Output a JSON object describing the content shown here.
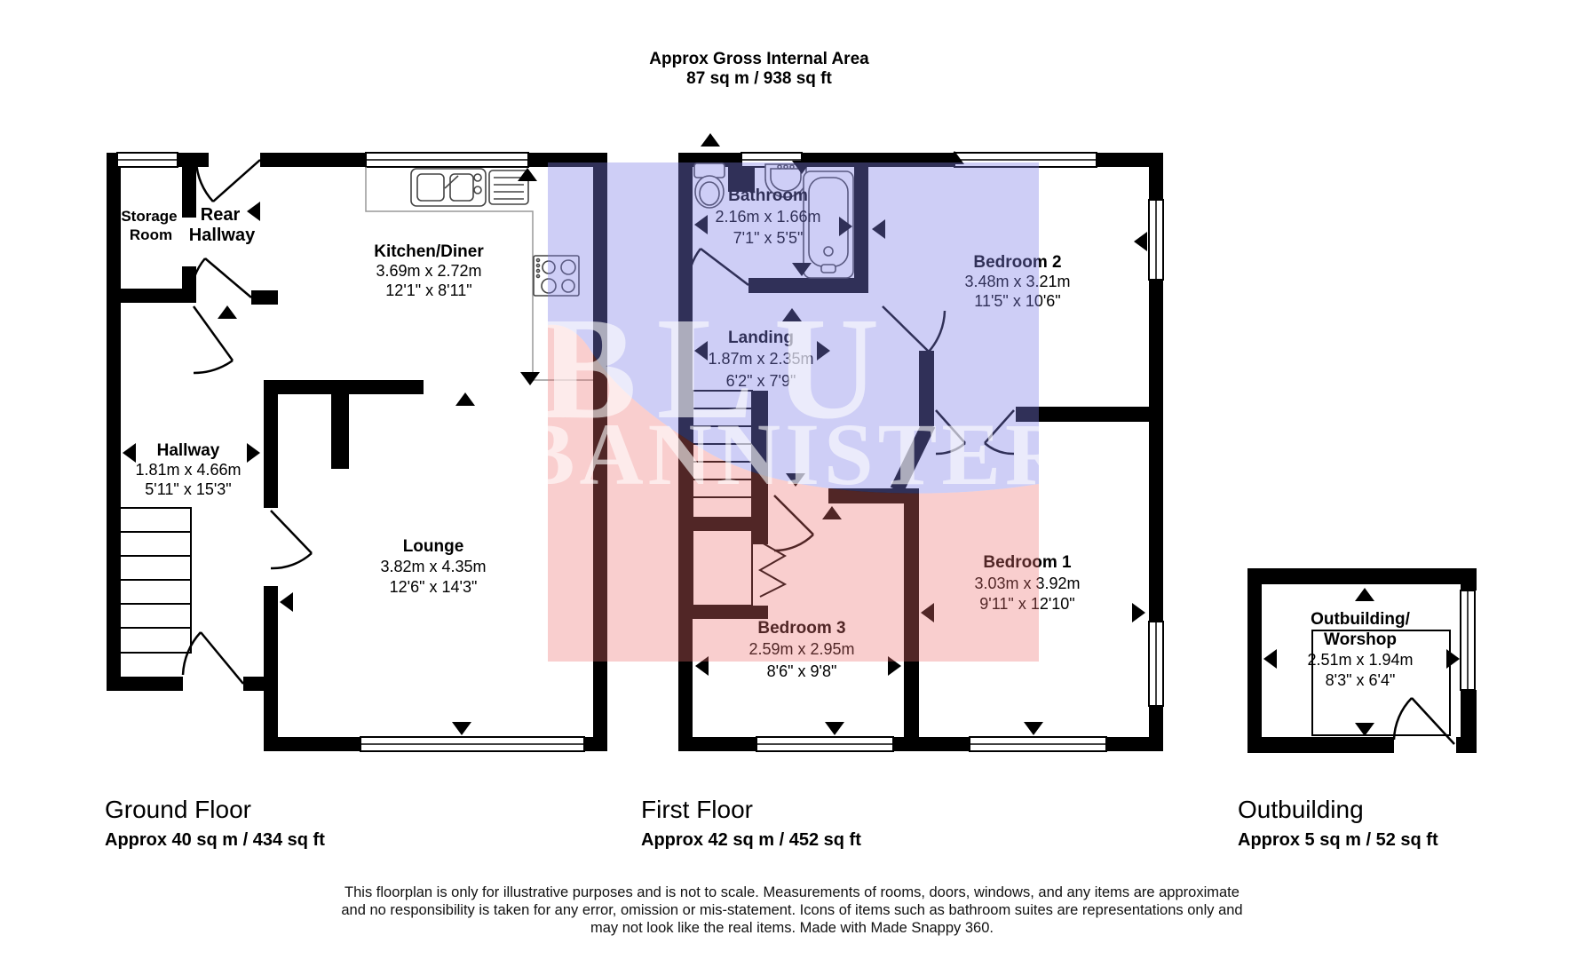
{
  "title": {
    "line1": "Approx Gross Internal Area",
    "line2": "87 sq m / 938 sq ft"
  },
  "floors": {
    "ground": {
      "name": "Ground Floor",
      "area": "Approx 40 sq m / 434 sq ft"
    },
    "first": {
      "name": "First Floor",
      "area": "Approx 42 sq m / 452 sq ft"
    },
    "outbuilding": {
      "name": "Outbuilding",
      "area": "Approx 5 sq m / 52 sq ft"
    }
  },
  "rooms": {
    "storage": {
      "line1": "Storage",
      "line2": "Room"
    },
    "rear_hallway": {
      "line1": "Rear",
      "line2": "Hallway"
    },
    "kitchen": {
      "name": "Kitchen/Diner",
      "metric": "3.69m x 2.72m",
      "imperial": "12'1\" x 8'11\""
    },
    "hallway": {
      "name": "Hallway",
      "metric": "1.81m x 4.66m",
      "imperial": "5'11\" x 15'3\""
    },
    "lounge": {
      "name": "Lounge",
      "metric": "3.82m x 4.35m",
      "imperial": "12'6\" x 14'3\""
    },
    "bathroom": {
      "name": "Bathroom",
      "metric": "2.16m x 1.66m",
      "imperial": "7'1\" x 5'5\""
    },
    "landing": {
      "name": "Landing",
      "metric": "1.87m x 2.35m",
      "imperial": "6'2\" x 7'9\""
    },
    "bedroom2": {
      "name": "Bedroom 2",
      "metric": "3.48m x 3.21m",
      "imperial": "11'5\" x 10'6\""
    },
    "bedroom1": {
      "name": "Bedroom 1",
      "metric": "3.03m x 3.92m",
      "imperial": "9'11\" x 12'10\""
    },
    "bedroom3": {
      "name": "Bedroom 3",
      "metric": "2.59m x 2.95m",
      "imperial": "8'6\" x 9'8\""
    },
    "outbuilding_room": {
      "line1": "Outbuilding/",
      "line2": "Worshop",
      "metric": "2.51m x 1.94m",
      "imperial": "8'3\" x 6'4\""
    }
  },
  "watermark": {
    "line1": "BLU",
    "line2": "BANNISTER"
  },
  "disclaimer": {
    "line1": "This floorplan is only for illustrative purposes and is not to scale. Measurements of rooms, doors, windows, and any items are approximate",
    "line2": "and no responsibility is taken for any error, omission or mis-statement. Icons of items such as bathroom suites are representations only and",
    "line3": "may not look like the real items. Made with Made Snappy 360."
  },
  "colors": {
    "wall": "#000000",
    "overlay_blue": "rgba(125,125,232,0.38)",
    "overlay_pink": "rgba(238,112,112,0.34)"
  }
}
